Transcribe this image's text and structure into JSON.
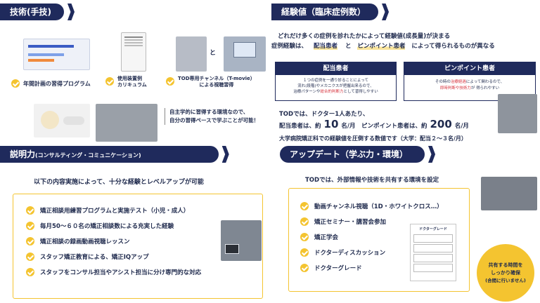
{
  "technique": {
    "title": "技術(手技)",
    "items": [
      {
        "label": "年間計画の習得プログラム"
      },
      {
        "label": "使用装置例\nカリキュラム"
      },
      {
        "label": "TOD専用チャンネル（T-movie）\nによる視聴習得"
      }
    ],
    "note_line1": "自主学的に習得する環境なので、",
    "note_line2": "自分の習得ペースで学ぶことが可能！",
    "and_text": "と"
  },
  "experience": {
    "title": "経験値（臨床症例数）",
    "line1": "どれだけ多くの症例を診れたかによって経験値(成長量)が決まる",
    "line2_prefix": "症例経験は、",
    "patient1": "配当患者",
    "and": "と",
    "patient2": "ピンポイント患者",
    "line2_suffix": "によって得られるものが異なる",
    "box1": {
      "title": "配当患者",
      "l1": "１つの症例を一通り診ることによって",
      "l2": "流れ(段階)やメカニクスが把握出来るので、",
      "l3_pre": "治療パターンや",
      "l3_red": "総合的判断力",
      "l3_post": "として習得しやすい"
    },
    "box2": {
      "title": "ピンポイント患者",
      "l1_pre": "その時の",
      "l1_red": "治療経過",
      "l1_post": "によって関わるので、",
      "l2_red": "即時判断や技術力",
      "l2_post": "が 得られやすい"
    },
    "stats1": "TODでは、ドクター1人あたり、",
    "stats2_a": "配当患者は、約",
    "stats2_n1": "10",
    "stats2_b": "名/月　ピンポイント患者は、約",
    "stats2_n2": "200",
    "stats2_c": "名/月",
    "stats3": "大学病院矯正科での経験値を圧倒する数値です（大学：配当２～３名/月）"
  },
  "explanation": {
    "title": "説明力",
    "title_small": "(コンサルティング・コミュニケーション)",
    "lead": "以下の内容実施によって、十分な経験とレベルアップが可能",
    "items": [
      "矯正相談用練習プログラムと実施テスト（小児・成人）",
      "毎月50～６０名の矯正相談数による充実した経験",
      "矯正相談の録画動画視聴レッスン",
      "スタッフ矯正教育による、矯正IQアップ",
      "スタッフをコンサル担当やアシスト担当に分け専門的な対応"
    ]
  },
  "update": {
    "title": "アップデート（学ぶ力・環境）",
    "lead": "TODでは、外部情報や技術を共有する環境を設定",
    "items": [
      "動画チャンネル視聴（1D・ホワイトクロス…）",
      "矯正セミナー・講習会参加",
      "矯正学会",
      "ドクターディスカッション",
      "ドクターグレード"
    ],
    "grade_doc_title": "ドクターグレード",
    "bubble_l1": "共有する時間を",
    "bubble_l2": "しっかり確保",
    "bubble_l3": "(合間に行いません)"
  },
  "colors": {
    "navy": "#1f2a5c",
    "yellow": "#f4c430",
    "red": "#d6303b"
  }
}
